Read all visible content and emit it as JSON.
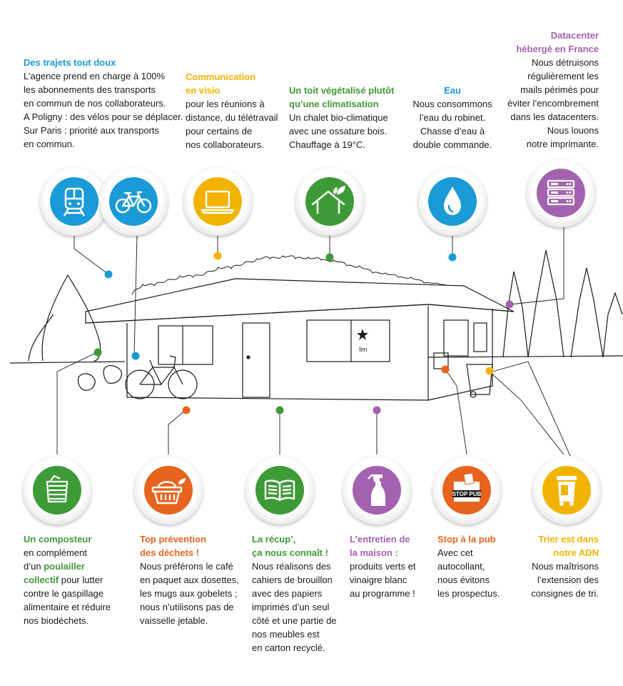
{
  "colors": {
    "blue": "#1a9ad6",
    "yellow": "#f2b300",
    "green": "#3e9a36",
    "purple": "#a362b0",
    "orange": "#e8641e"
  },
  "top": {
    "trajets": {
      "title": "Des trajets tout doux",
      "lines": [
        "L’agence prend en charge à 100%",
        "les abonnements des transports",
        "en commun de nos collaborateurs.",
        "A Poligny : des vélos pour se déplacer.",
        "Sur Paris : priorité aux transports",
        "en commun."
      ],
      "icons": [
        "train-icon",
        "bicycle-icon"
      ]
    },
    "communication": {
      "title_lines": [
        "Communication",
        "en visio"
      ],
      "lines": [
        "pour les réunions à",
        "distance, du télétravail",
        "pour certains de",
        "nos collaborateurs."
      ],
      "icon": "laptop-icon"
    },
    "toit": {
      "title_lines": [
        "Un toit végétalisé plutôt",
        "qu’une climatisation"
      ],
      "lines": [
        "Un chalet bio-climatique",
        "avec une ossature bois.",
        "Chauffage à 19°C."
      ],
      "icon": "green-house-icon"
    },
    "eau": {
      "title": "Eau",
      "lines": [
        "Nous consommons",
        "l’eau du robinet.",
        "Chasse d’eau à",
        "double commande."
      ],
      "icon": "water-drop-icon"
    },
    "datacenter": {
      "title_lines": [
        "Datacenter",
        "hébergé en France"
      ],
      "lines": [
        "Nous détruisons",
        "régulièrement les",
        "mails périmés pour",
        "éviter l’encombrement",
        "dans les datacenters.",
        "Nous louons",
        "notre imprimante."
      ],
      "icon": "server-icon"
    }
  },
  "scene": {
    "logo_text": "lim"
  },
  "bottom": {
    "composteur": {
      "title": "Un composteur",
      "l1": "en  complément",
      "l2_pre": "d’un ",
      "l2_bold": "poulailler",
      "l3_bold": "collectif",
      "l3_post": " pour lutter",
      "lines": [
        "contre le gaspillage",
        "alimentaire et réduire",
        "nos biodéchets."
      ],
      "icon": "composter-icon"
    },
    "prevention": {
      "title_lines": [
        "Top prévention",
        "des déchets !"
      ],
      "lines": [
        "Nous préférons le café",
        "en paquet aux dosettes,",
        "les mugs aux gobelets ;",
        "nous n’utilisons pas de",
        "vaisselle jetable."
      ],
      "icon": "basket-icon"
    },
    "recup": {
      "title_lines": [
        "La récup’,",
        "ça nous connaît !"
      ],
      "lines": [
        "Nous réalisons des",
        "cahiers de brouillon",
        "avec des papiers",
        "imprimés d’un seul",
        "côté et une partie de",
        "nos meubles est",
        "en carton recyclé."
      ],
      "icon": "book-icon"
    },
    "entretien": {
      "title_lines": [
        "L’entretien de",
        "la maison :"
      ],
      "lines": [
        "produits verts et",
        "vinaigre blanc",
        "au programme !"
      ],
      "icon": "spray-bottle-icon"
    },
    "pub": {
      "title": "Stop à la pub",
      "lines": [
        "Avec cet",
        "autocollant,",
        "nous évitons",
        "les prospectus."
      ],
      "icon": "mailbox-icon",
      "sticker": "STOP PUB"
    },
    "tri": {
      "title_lines": [
        "Trier est dans",
        "notre ADN"
      ],
      "lines": [
        "Nous maîtrisons",
        "l’extension des",
        "consignes de tri."
      ],
      "icon": "recycling-bin-icon"
    }
  }
}
